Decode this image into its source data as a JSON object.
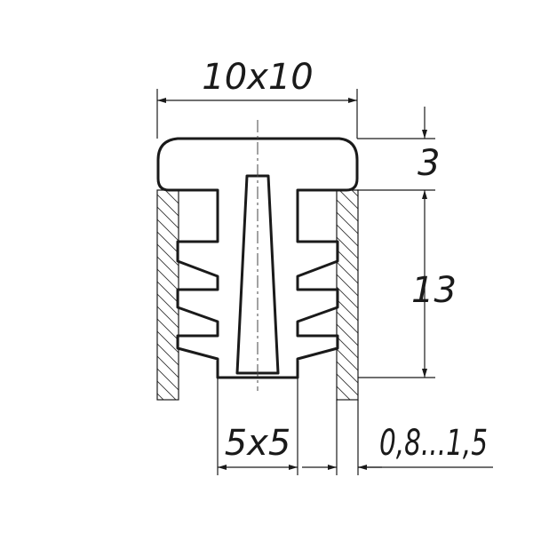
{
  "dimensions": {
    "top_width": "10x10",
    "cap_height": "3",
    "body_height": "13",
    "inner_size": "5x5",
    "wall_thickness": "0,8...1,5"
  }
}
